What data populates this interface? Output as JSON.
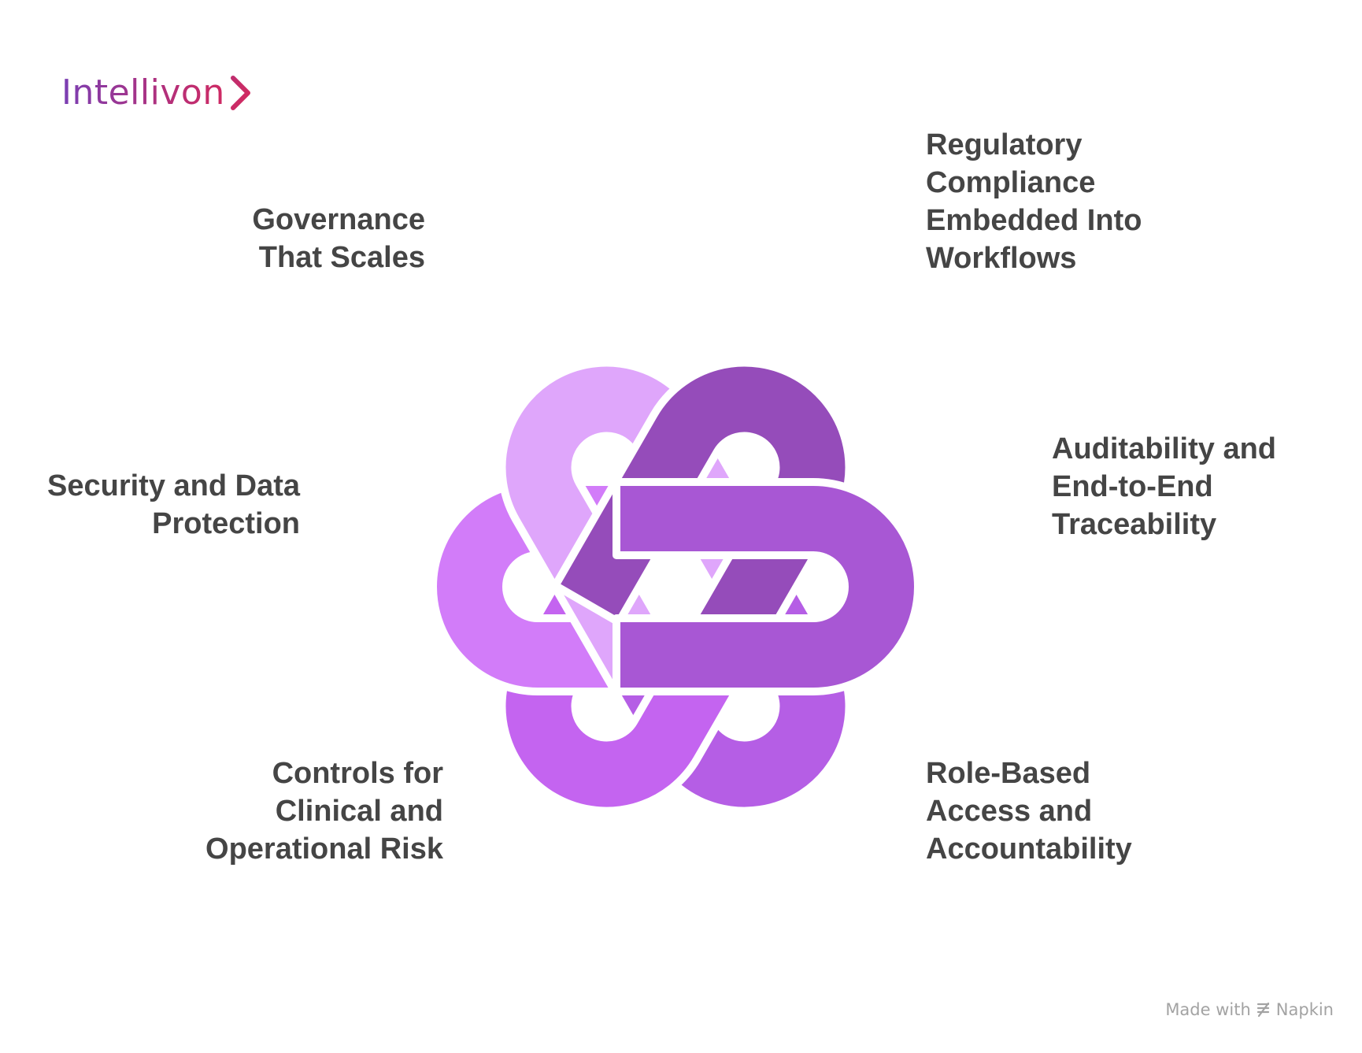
{
  "brand": {
    "name": "Intellivon",
    "mark": "chevron-right-icon"
  },
  "labels": {
    "top_left": "Governance\nThat Scales",
    "top_right": "Regulatory\nCompliance\nEmbedded Into\nWorkflows",
    "middle_left": "Security and Data\nProtection",
    "middle_right": "Auditability and\nEnd-to-End\nTraceability",
    "bottom_left": "Controls for\nClinical and\nOperational Risk",
    "bottom_right": "Role-Based\nAccess and\nAccountability"
  },
  "colors": {
    "loop_top_left": "#dfa6fb",
    "loop_top_right": "#954cba",
    "loop_left": "#d27cf9",
    "loop_right": "#a857d4",
    "loop_bottom_left": "#c464f0",
    "loop_bottom_right": "#b55ee5",
    "label_text": "#454545"
  },
  "footer": {
    "made_with": "Made with",
    "brand": "Napkin"
  }
}
